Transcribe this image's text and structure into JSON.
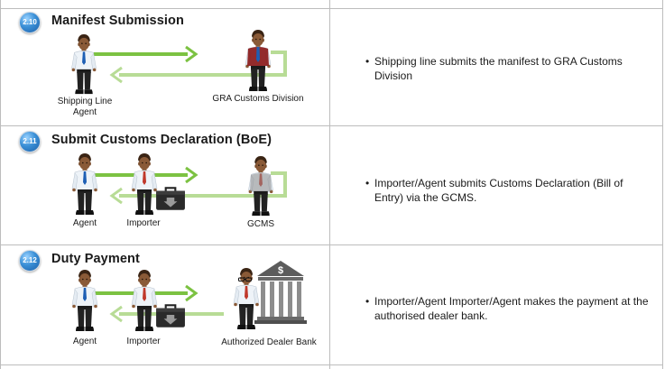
{
  "steps": [
    {
      "number": "2.10",
      "title": "Manifest Submission",
      "actors": [
        "Shipping Line Agent",
        "GRA Customs Division"
      ],
      "description": "Shipping line submits the manifest to GRA Customs Division"
    },
    {
      "number": "2.11",
      "title": "Submit Customs Declaration (BoE)",
      "actors": [
        "Agent",
        "Importer",
        "GCMS"
      ],
      "description": "Importer/Agent submits Customs Declaration (Bill of Entry) via the GCMS."
    },
    {
      "number": "2.12",
      "title": "Duty Payment",
      "actors": [
        "Agent",
        "Importer",
        "Authorized Dealer Bank"
      ],
      "description": "Importer/Agent Importer/Agent makes the payment at the authorised dealer bank."
    }
  ],
  "colors": {
    "grid_line": "#bdbdbd",
    "arrow_dark": "#7cc242",
    "arrow_light": "#b8dc96",
    "badge": "#2f7fc8"
  },
  "icons": {
    "badge": "numbered-circle-icon",
    "person": "businessman-icon",
    "briefcase": "briefcase-icon",
    "bank": "bank-building-icon"
  }
}
